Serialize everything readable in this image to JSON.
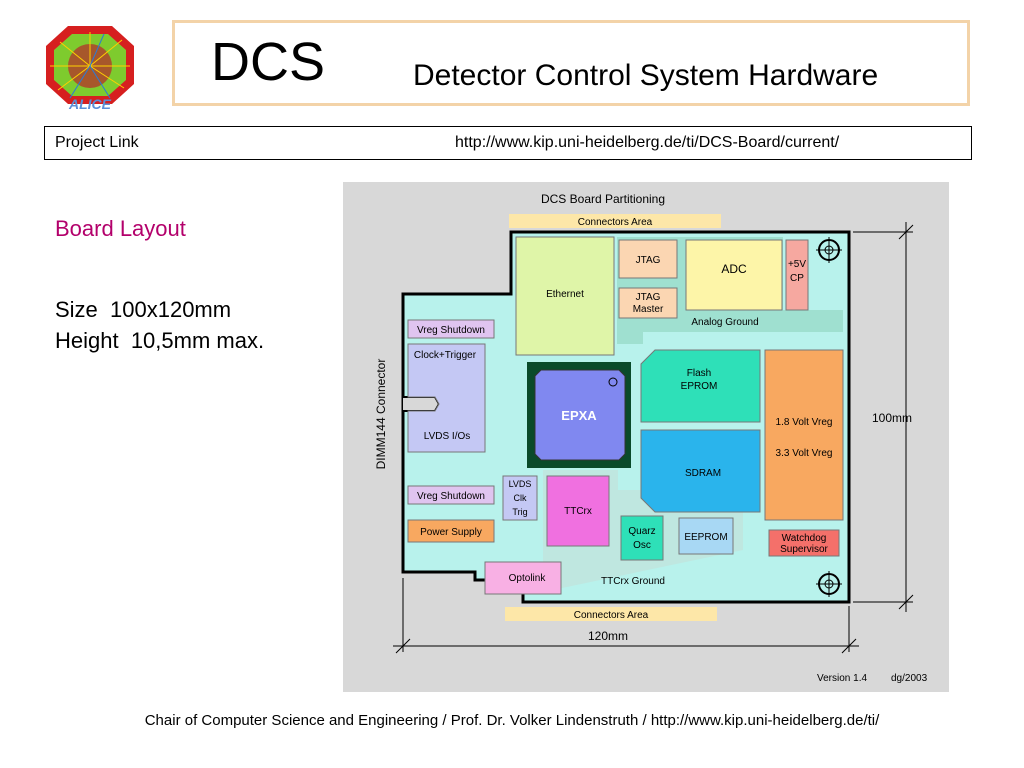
{
  "logo": {
    "text": "ALICE"
  },
  "header": {
    "title": "DCS",
    "subtitle": "Detector Control System Hardware"
  },
  "project_link": {
    "label": "Project Link",
    "url": "http://www.kip.uni-heidelberg.de/ti/DCS-Board/current/"
  },
  "left_panel": {
    "heading": "Board Layout",
    "size_line": "Size  100x120mm",
    "height_line": "Height  10,5mm max."
  },
  "diagram": {
    "title": "DCS  Board  Partitioning",
    "connectors_top": "Connectors Area",
    "connectors_bottom": "Connectors Area",
    "dimm_connector": "DIMM144 Connector",
    "dim_height": "100mm",
    "dim_width": "120mm",
    "version": "Version 1.4",
    "author": "dg/2003",
    "analog_ground": "Analog Ground",
    "ttcrx_ground": "TTCrx Ground",
    "blocks": {
      "ethernet": "Ethernet",
      "jtag": "JTAG",
      "jtag_master": [
        "JTAG",
        "Master"
      ],
      "adc": "ADC",
      "plus5v_cp": [
        "+5V",
        "CP"
      ],
      "vreg_shutdown_top": "Vreg Shutdown",
      "clock_trigger": "Clock+Trigger",
      "lvds_ios": "LVDS I/Os",
      "epxa": "EPXA",
      "flash_eprom": [
        "Flash",
        "EPROM"
      ],
      "vreg_1_8": "1.8 Volt Vreg",
      "vreg_3_3": "3.3 Volt Vreg",
      "sdram": "SDRAM",
      "vreg_shutdown_bottom": "Vreg Shutdown",
      "lvds_clk_trig": [
        "LVDS",
        "Clk",
        "Trig"
      ],
      "ttcrx": "TTCrx",
      "power_supply": "Power Supply",
      "quarz_osc": [
        "Quarz",
        "Osc"
      ],
      "eeprom": "EEPROM",
      "watchdog": [
        "Watchdog",
        "Supervisor"
      ],
      "optolink": "Optolink"
    }
  },
  "footer": "Chair of Computer Science and Engineering  /  Prof. Dr. Volker Lindenstruth  /  http://www.kip.uni-heidelberg.de/ti/"
}
